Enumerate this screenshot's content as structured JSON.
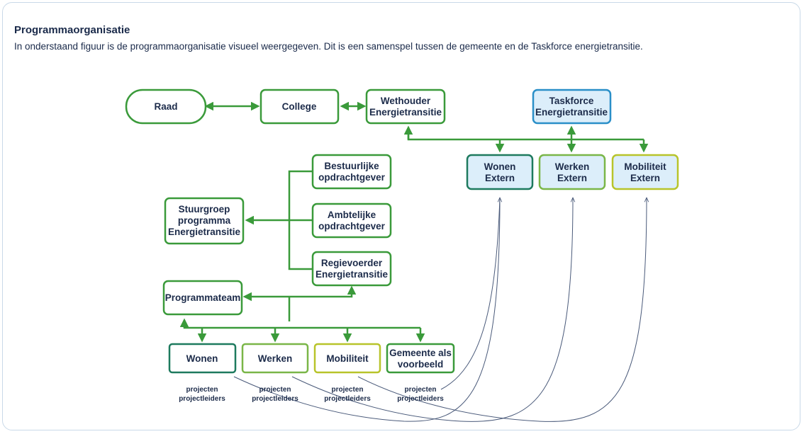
{
  "header": {
    "title": "Programmaorganisatie",
    "intro": "In onderstaand figuur is de programmaorganisatie visueel weergegeven. Dit is een samenspel tussen de gemeente en de Taskforce energietransitie."
  },
  "boxes": {
    "raad": "Raad",
    "college": "College",
    "wethouder": [
      "Wethouder",
      "Energietransitie"
    ],
    "taskforce": [
      "Taskforce",
      "Energietransitie"
    ],
    "wonen_extern": [
      "Wonen",
      "Extern"
    ],
    "werken_extern": [
      "Werken",
      "Extern"
    ],
    "mobiliteit_extern": [
      "Mobiliteit",
      "Extern"
    ],
    "bestuurlijke": [
      "Bestuurlijke",
      "opdrachtgever"
    ],
    "ambtelijke": [
      "Ambtelijke",
      "opdrachtgever"
    ],
    "regievoerder": [
      "Regievoerder",
      "Energietransitie"
    ],
    "stuurgroep": [
      "Stuurgroep",
      "programma",
      "Energietransitie"
    ],
    "programmateam": "Programmateam",
    "wonen": "Wonen",
    "werken": "Werken",
    "mobiliteit": "Mobiliteit",
    "gemeente": [
      "Gemeente als",
      "voorbeeld"
    ]
  },
  "projects": {
    "line1": "projecten",
    "line2": "projectleiders"
  },
  "colors": {
    "dark_green": "#1e7a5e",
    "green": "#7ab648",
    "mid_green": "#3a9a3a",
    "yellow_green": "#b8c42a",
    "blue": "#2a8fc8",
    "light_blue_fill": "#dceefa",
    "connector": "#3a9a3a",
    "thin_arrow": "#4a5a7a"
  }
}
